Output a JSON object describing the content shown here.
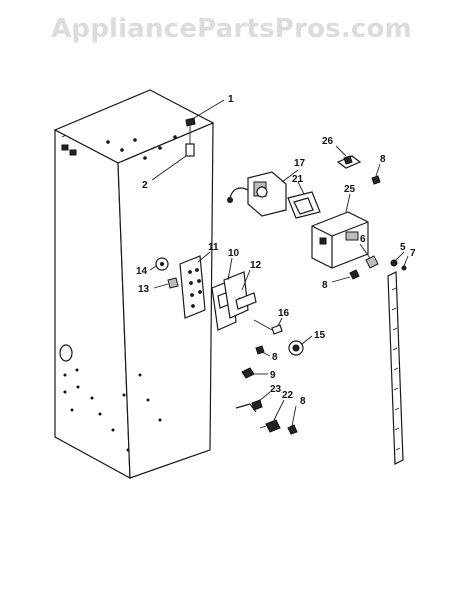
{
  "watermark": "AppliancePartsPros.com",
  "callouts": [
    "1",
    "2",
    "26",
    "8",
    "17",
    "21",
    "25",
    "6",
    "5",
    "7",
    "11",
    "10",
    "14",
    "12",
    "13",
    "8",
    "16",
    "15",
    "8",
    "9",
    "23",
    "22",
    "8"
  ]
}
